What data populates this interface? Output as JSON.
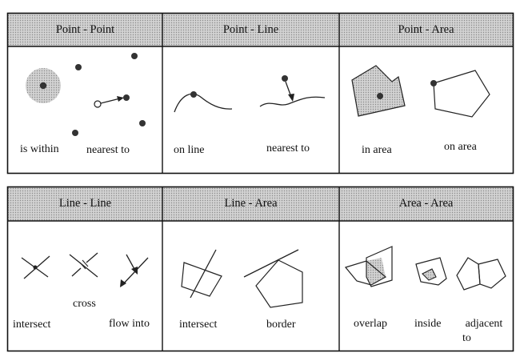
{
  "panels": [
    {
      "headers": [
        "Point - Point",
        "Point - Line",
        "Point - Area"
      ],
      "labels": {
        "is_within": "is within",
        "pp_nearest_to": "nearest to",
        "on_line": "on line",
        "pl_nearest_to": "nearest to",
        "in_area": "in area",
        "on_area": "on area"
      }
    },
    {
      "headers": [
        "Line - Line",
        "Line - Area",
        "Area - Area"
      ],
      "labels": {
        "ll_intersect": "intersect",
        "cross": "cross",
        "flow_into": "flow into",
        "la_intersect": "intersect",
        "border": "border",
        "overlap": "overlap",
        "inside": "inside",
        "adjacent_to_1": "adjacent",
        "adjacent_to_2": "to"
      }
    }
  ]
}
